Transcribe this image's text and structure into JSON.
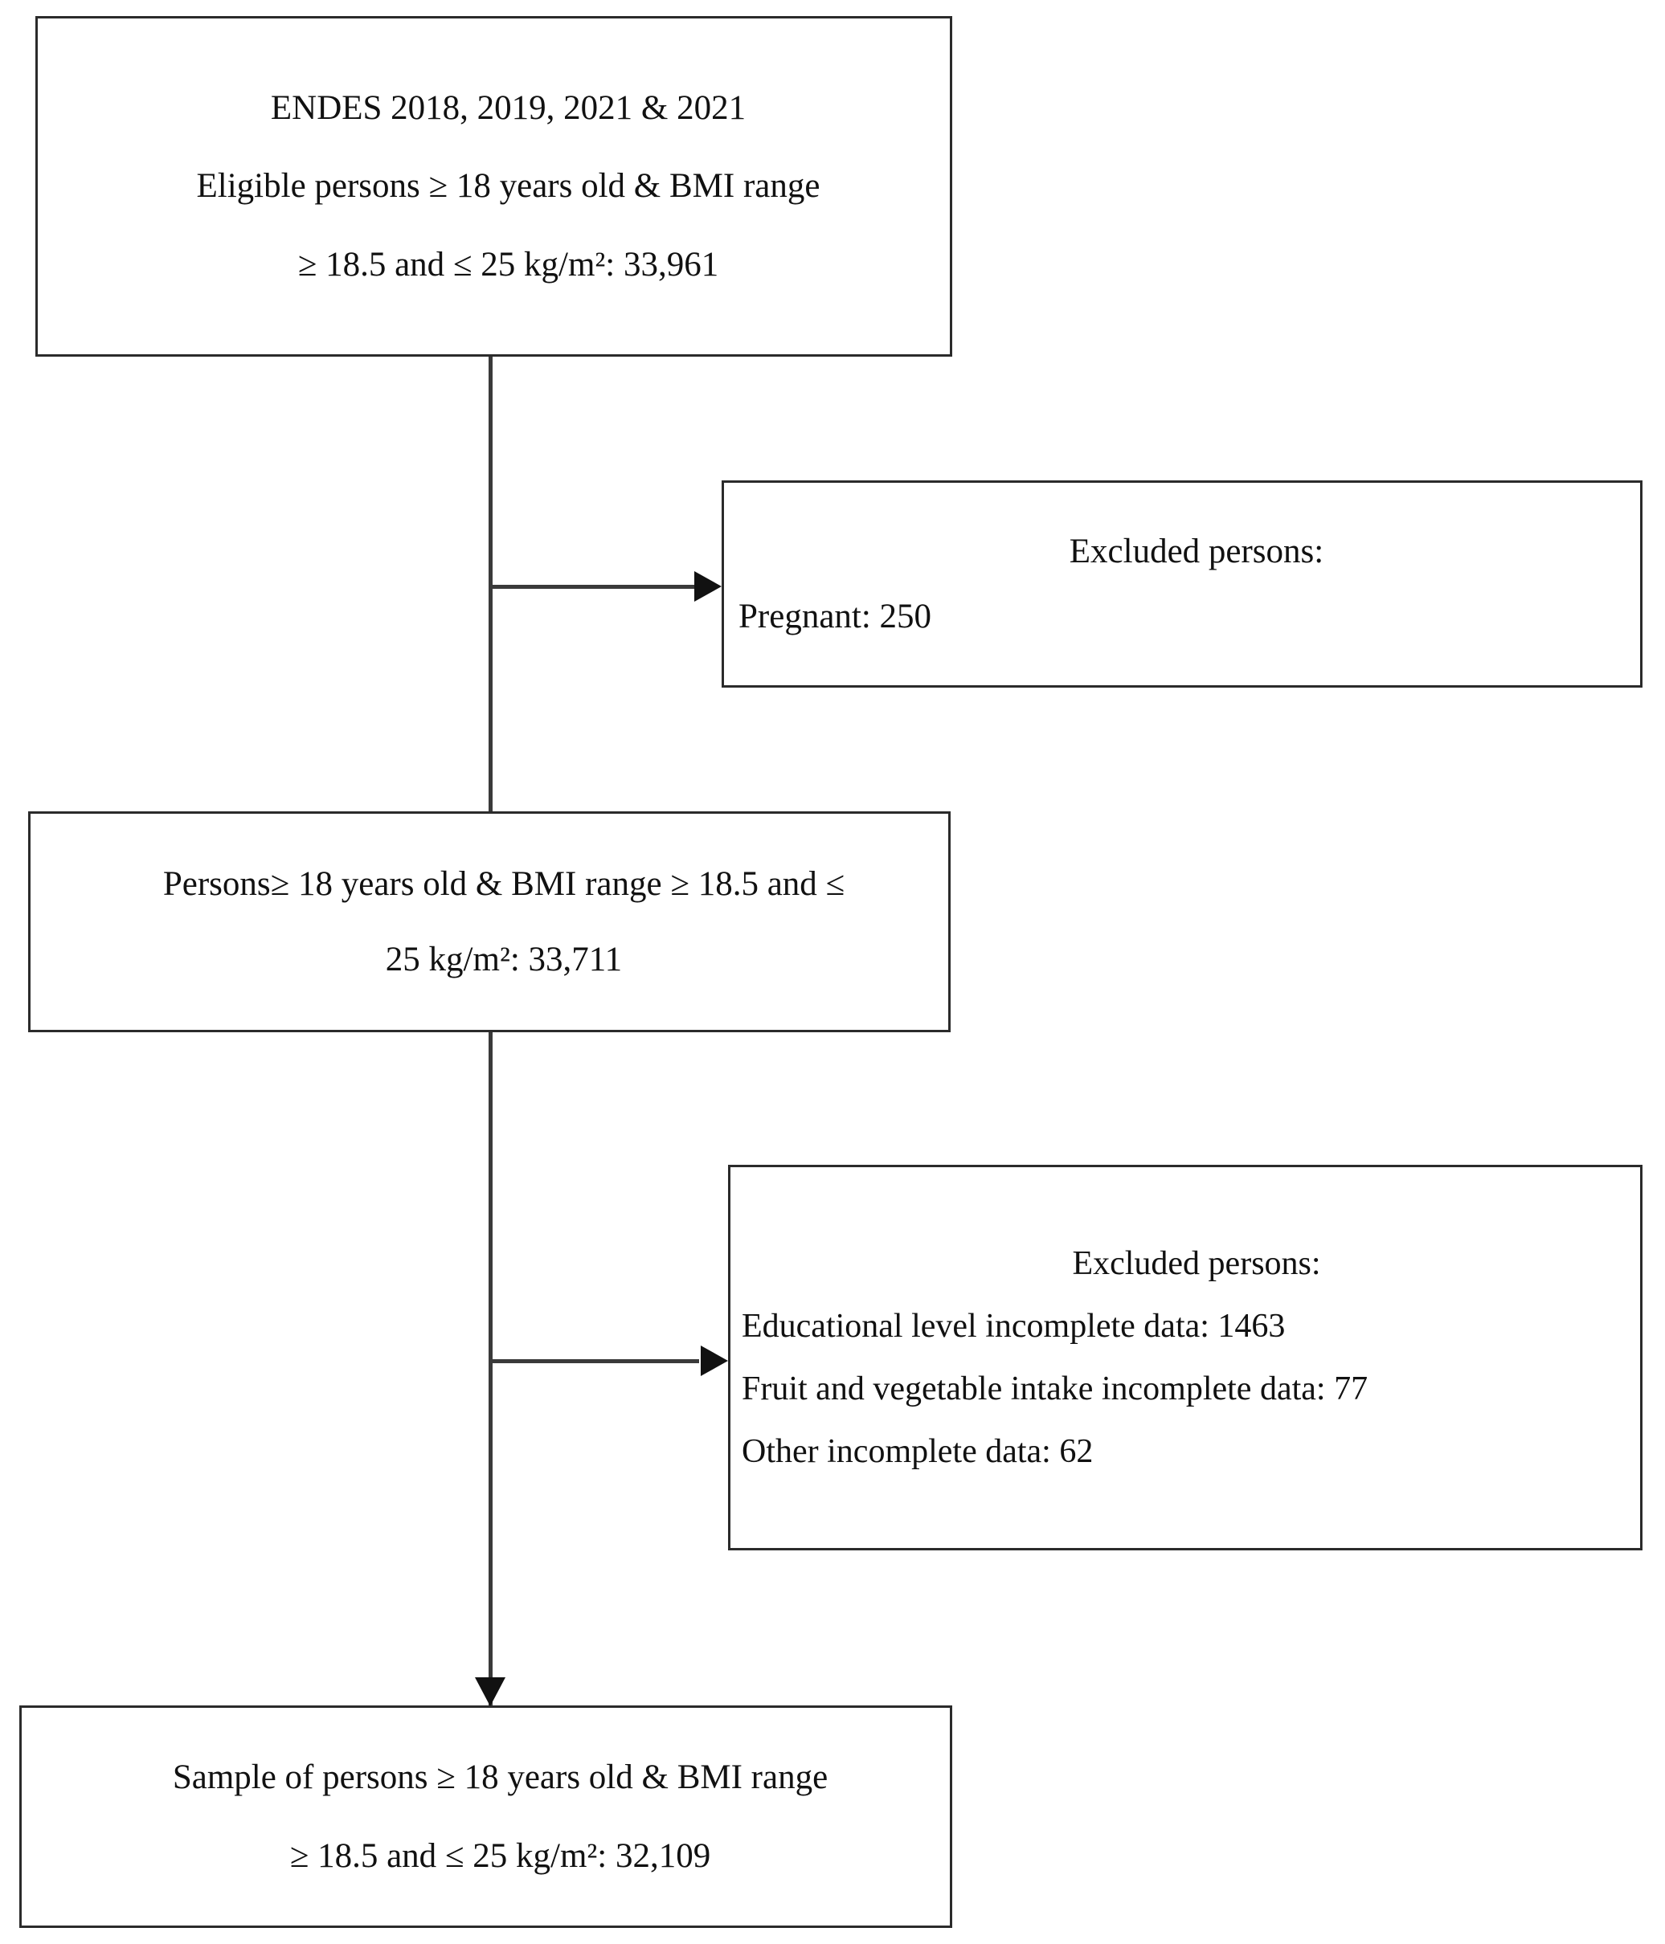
{
  "figure": {
    "type": "flowchart",
    "orientation": "top-to-bottom with right-side exclusion branches",
    "nodes": [
      {
        "id": "eligible",
        "name": "eligible-population-box",
        "align": "center",
        "lines": [
          "ENDES 2018, 2019, 2021  & 2021",
          "Eligible persons ≥ 18 years old & BMI range",
          "≥ 18.5 and ≤ 25 kg/m²: 33,961"
        ]
      },
      {
        "id": "excluded_1",
        "name": "excluded-pregnant-box",
        "lines": [
          "Excluded persons:",
          "Pregnant: 250"
        ]
      },
      {
        "id": "persons",
        "name": "persons-after-pregnancy-exclusion-box",
        "align": "center",
        "lines": [
          "Persons≥ 18 years old & BMI range ≥ 18.5 and ≤",
          "25 kg/m²: 33,711"
        ]
      },
      {
        "id": "excluded_2",
        "name": "excluded-incomplete-data-box",
        "lines": [
          "Excluded persons:",
          "Educational level incomplete data: 1463",
          "Fruit and vegetable intake incomplete data: 77",
          "Other incomplete data: 62"
        ]
      },
      {
        "id": "sample",
        "name": "final-sample-box",
        "align": "center",
        "lines": [
          "Sample of persons ≥ 18 years old & BMI range",
          "≥ 18.5 and ≤ 25 kg/m²:  32,109"
        ]
      }
    ],
    "counts": {
      "eligible_total": "33,961",
      "pregnant_excluded": "250",
      "after_pregnancy_exclusion": "33,711",
      "educational_level_incomplete": "1463",
      "fruit_vegetable_incomplete": "77",
      "other_incomplete": "62",
      "final_sample": "32,109"
    },
    "colors": {
      "background": "#ffffff",
      "box_border": "#2b2b2b",
      "connector": "#3a3a3a",
      "text": "#111111"
    }
  }
}
